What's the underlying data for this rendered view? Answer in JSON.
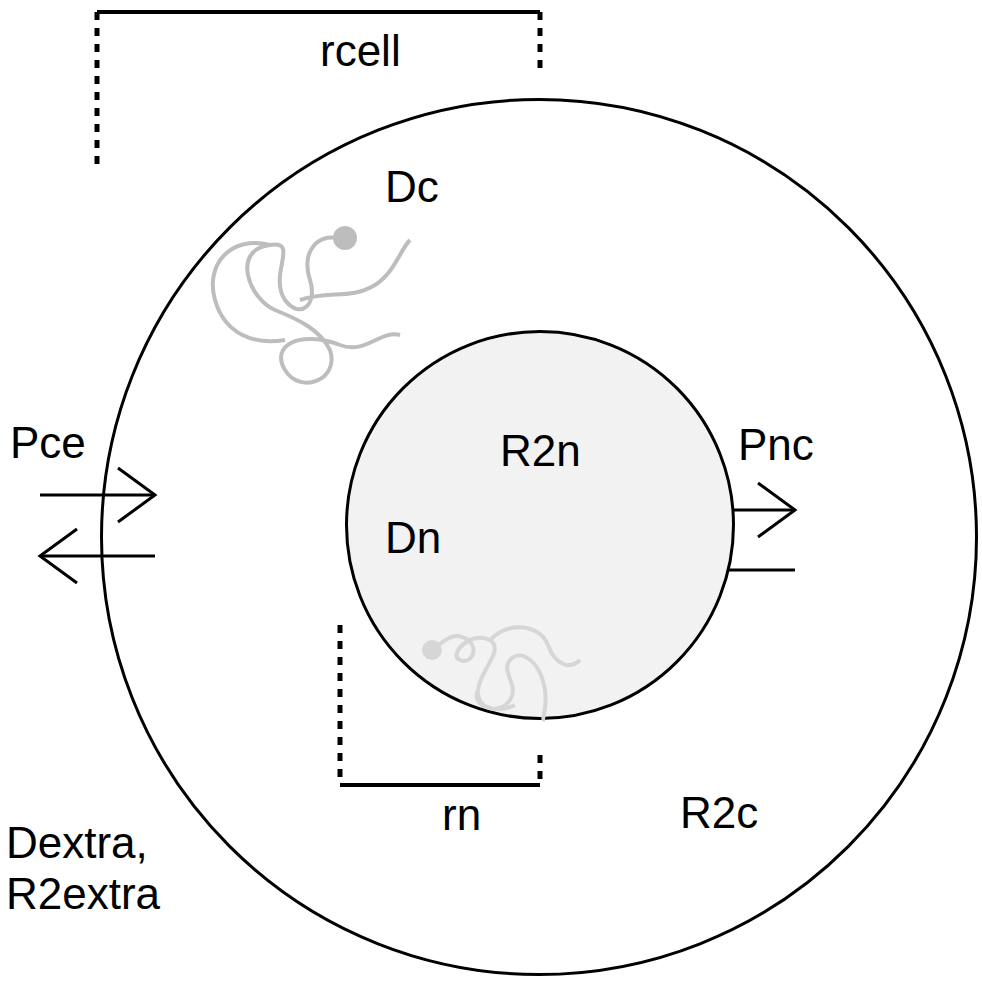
{
  "diagram": {
    "nodes": [
      {
        "text": [
          "Dc",
          "R2c"
        ]
      },
      {
        "text": [
          "R2n",
          "Dn"
        ],
        "in": 0
      }
    ],
    "labels": [
      "rcell",
      "Pce",
      "Pnc",
      "rn",
      "Dextra, R2extra"
    ]
  }
}
